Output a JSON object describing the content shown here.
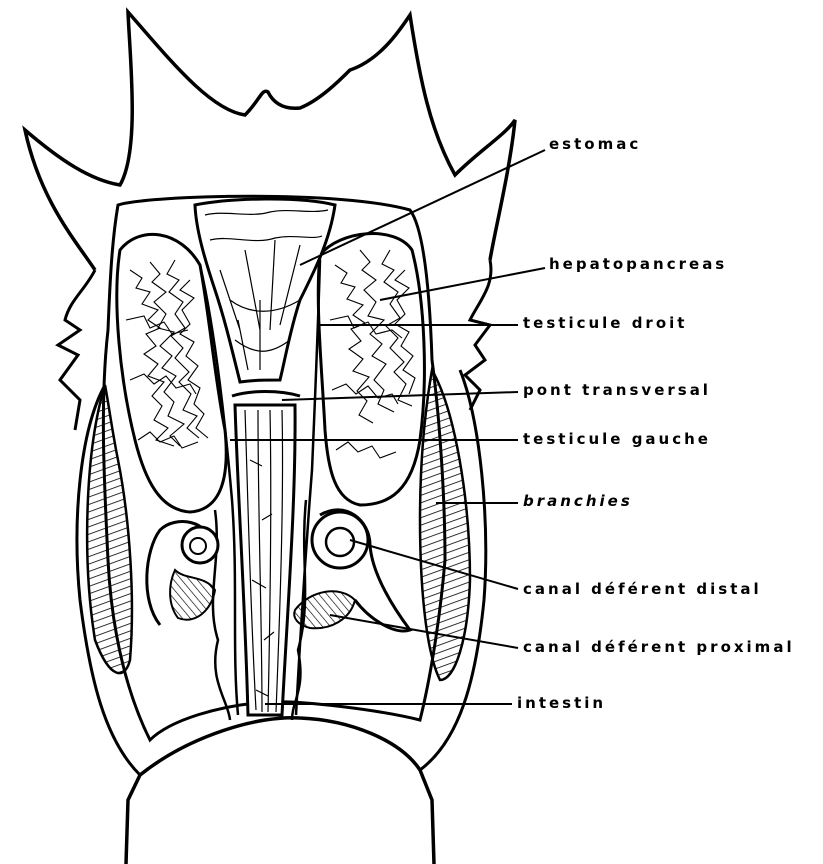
{
  "diagram": {
    "labels": {
      "estomac": "estomac",
      "hepatopancreas": "hepatopancreas",
      "testicule_droit": "testicule  droit",
      "pont_transversal": "pont  transversal",
      "testicule_gauche": "testicule  gauche",
      "branchies": "branchies",
      "canal_deferent_distal": "canal  déférent  distal",
      "canal_deferent_proximal": "canal  déférent  proximal",
      "intestin": "intestin"
    }
  },
  "colors": {
    "ink": "#000000",
    "paper": "#ffffff"
  }
}
